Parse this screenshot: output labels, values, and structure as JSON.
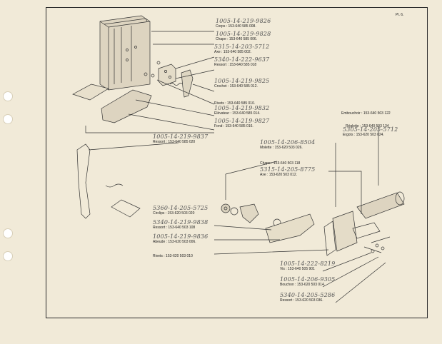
{
  "plate": "Pl. 6.",
  "parts": [
    {
      "hw": "1005-14-219-9826",
      "label": "Corps : 153-640 585 008."
    },
    {
      "hw": "1005-14-219-9828",
      "label": "Chape : 153-640 585 006."
    },
    {
      "hw": "5315-14-203-5712",
      "label": "Axe : 153-640 585 002."
    },
    {
      "hw": "5340-14-222-9637",
      "label": "Ressort : 153-640 585 018"
    },
    {
      "hw": "1005-14-219-9825",
      "label": "Crochet : 153-640 585 012."
    },
    {
      "hw": "",
      "label": "Rivets : 153-640 585 010."
    },
    {
      "hw": "1005-14-219-9832",
      "label": "Elévateur : 153-640 585 014."
    },
    {
      "hw": "1005-14-219-9827",
      "label": "Fond : 153-640 585 016."
    },
    {
      "hw": "1005-14-219-9837",
      "label": "Ressort : 153-640 585 020"
    },
    {
      "hw": "",
      "label": "Embouchoir : 153-640 503 122"
    },
    {
      "hw": "",
      "label": "Réglette : 153-640 503 134"
    },
    {
      "hw": "5305-14-205-5712",
      "label": "Ergots : 153-620 503 024."
    },
    {
      "hw": "1005-14-206-8504",
      "label": "Molette : 153-620 503 026."
    },
    {
      "hw": "",
      "label": "Chape : 153-640 503 118"
    },
    {
      "hw": "5315-14-205-8775",
      "label": "Axe : 153-620 503 012."
    },
    {
      "hw": "5360-14-205-5725",
      "label": "Circlips : 153-620 503 020"
    },
    {
      "hw": "5340-14-219-9838",
      "label": "Ressort : 153-640 503 108"
    },
    {
      "hw": "1005-14-219-9836",
      "label": "Abeude : 153-620 503 006."
    },
    {
      "hw": "",
      "label": "Rivets : 153-620 503 010"
    },
    {
      "hw": "1005-14-222-8219",
      "label": "Vis : 153-640 505 901"
    },
    {
      "hw": "1005-14-206-9305",
      "label": "Bouchon : 153-620 503 014."
    },
    {
      "hw": "5340-14-205-5286",
      "label": "Ressort : 153-620 503 036."
    }
  ]
}
